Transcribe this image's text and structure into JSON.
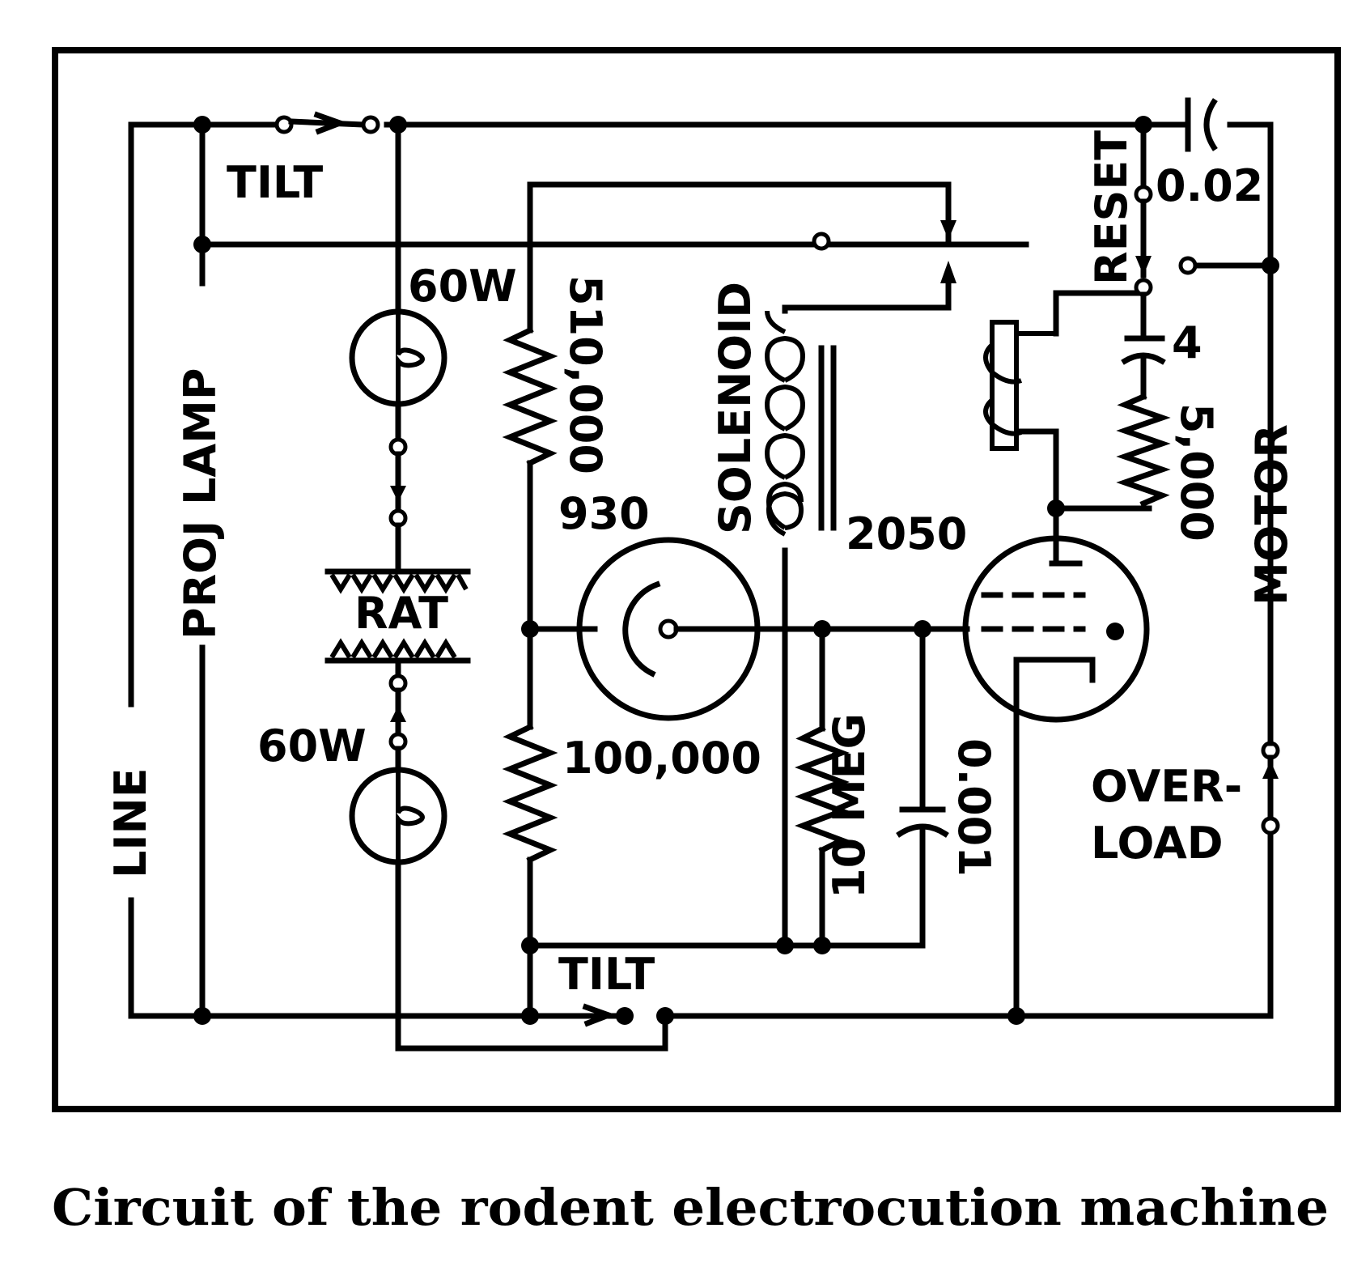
{
  "labels": {
    "tilt_top": "TILT",
    "tilt_bottom": "TILT",
    "lamp_top": "60W",
    "lamp_bottom": "60W",
    "rat": "RAT",
    "proj_lamp": "PROJ LAMP",
    "line": "LINE",
    "r_510000": "510,000",
    "r_100000": "100,000",
    "tube_930": "930",
    "solenoid": "SOLENOID",
    "tube_2050": "2050",
    "r_10meg": "10 MEG",
    "c_0001": "0.001",
    "reset": "RESET",
    "c_002": "0.02",
    "c_4": "4",
    "r_5000": "5,000",
    "motor": "MOTOR",
    "overload_1": "OVER-",
    "overload_2": "LOAD"
  },
  "caption": "Circuit of the rodent electrocution machine"
}
